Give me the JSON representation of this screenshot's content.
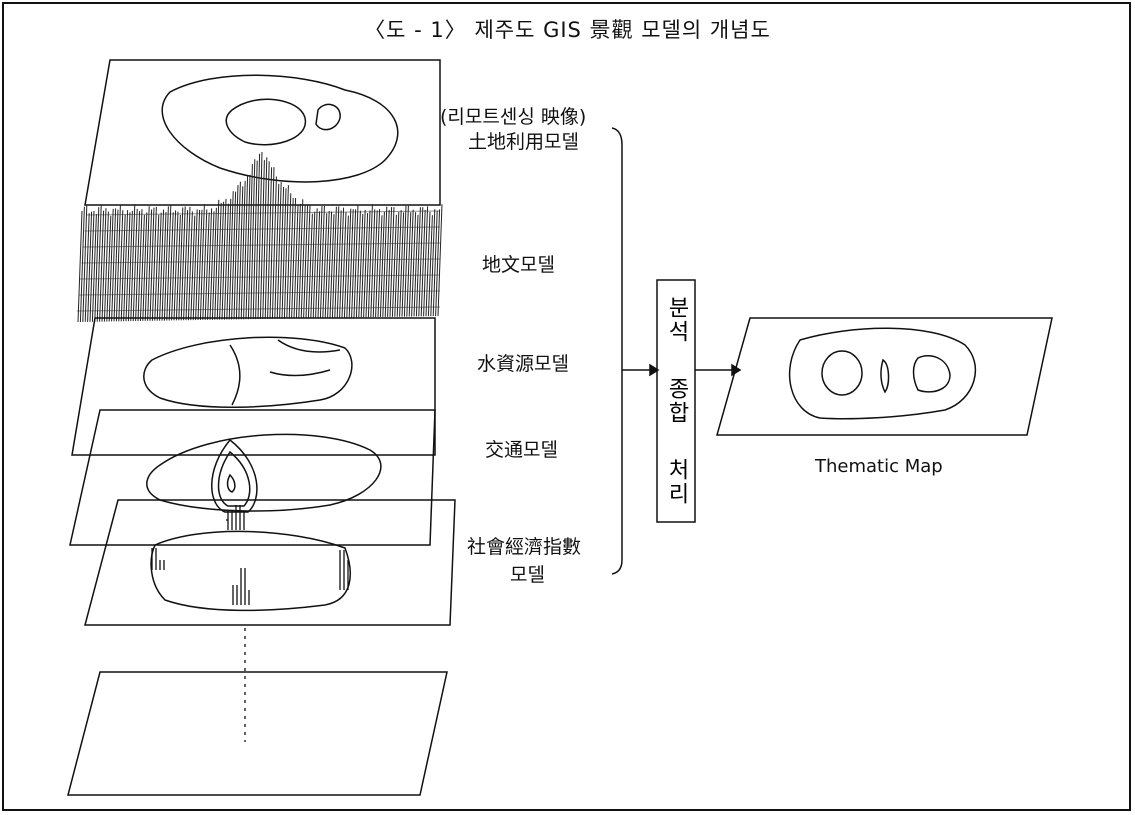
{
  "title": "〈도 - 1〉 제주도 GIS 景觀 모델의 개념도",
  "layers": [
    {
      "label": "(리모트센싱 映像)",
      "label2": "土地利用모델"
    },
    {
      "label": "地文모델"
    },
    {
      "label": "水資源모델"
    },
    {
      "label": "交通모델"
    },
    {
      "label": "社會經濟指數",
      "label2": "모델"
    }
  ],
  "process": {
    "word1": "분석",
    "word2": "종합",
    "word3": "처리"
  },
  "output": {
    "label": "Thematic Map"
  }
}
